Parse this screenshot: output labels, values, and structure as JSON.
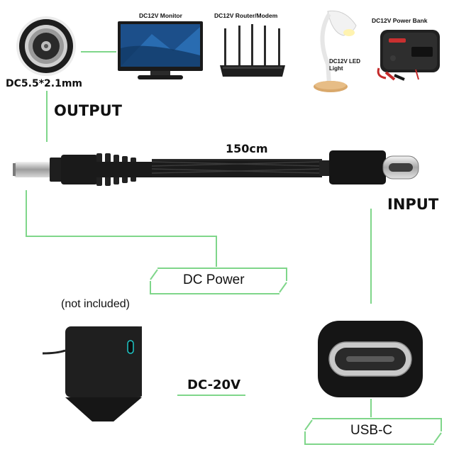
{
  "connector_output": {
    "size_label": "DC5.5*2.1mm",
    "heading": "OUTPUT"
  },
  "devices": [
    {
      "icon": "monitor-icon",
      "label": "DC12V Monitor"
    },
    {
      "icon": "router-icon",
      "label": "DC12V Router/Modem"
    },
    {
      "icon": "lamp-icon",
      "label": "DC12V LED\nLight"
    },
    {
      "icon": "power-bank-icon",
      "label": "DC12V Power Bank"
    }
  ],
  "cable": {
    "length": "150cm"
  },
  "input": {
    "heading": "INPUT"
  },
  "tags": {
    "dc_power": "DC Power",
    "usb_c": "USB-C"
  },
  "charger": {
    "note": "(not included)",
    "voltage": "DC-20V"
  },
  "colors": {
    "accent_green": "#7fd68a",
    "cable_black": "#1a1a1a",
    "usbc_port_glow": "#1ec7c7"
  }
}
